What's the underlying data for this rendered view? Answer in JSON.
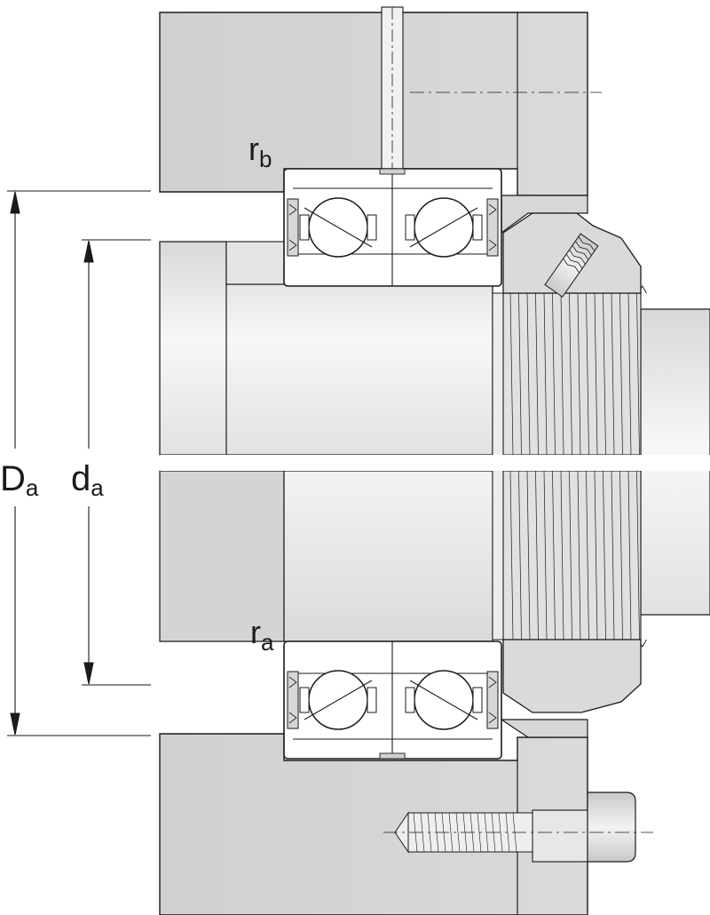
{
  "labels": {
    "housing_bore": {
      "main": "D",
      "sub": "a"
    },
    "shaft_abutment": {
      "main": "d",
      "sub": "a"
    },
    "fillet_housing": {
      "main": "r",
      "sub": "b"
    },
    "fillet_shaft": {
      "main": "r",
      "sub": "a"
    }
  },
  "colors": {
    "housing": "#d2d3d5",
    "shaft": "#e8e9ea",
    "bearing": "#ffffff",
    "nut": "#d9dadc",
    "outline": "#1a1a1a",
    "dim_line": "#1a1a1a",
    "background": "#ffffff"
  },
  "icons": [
    "ball-icon",
    "seal-icon",
    "lock-screw-icon",
    "cap-screw-icon"
  ]
}
